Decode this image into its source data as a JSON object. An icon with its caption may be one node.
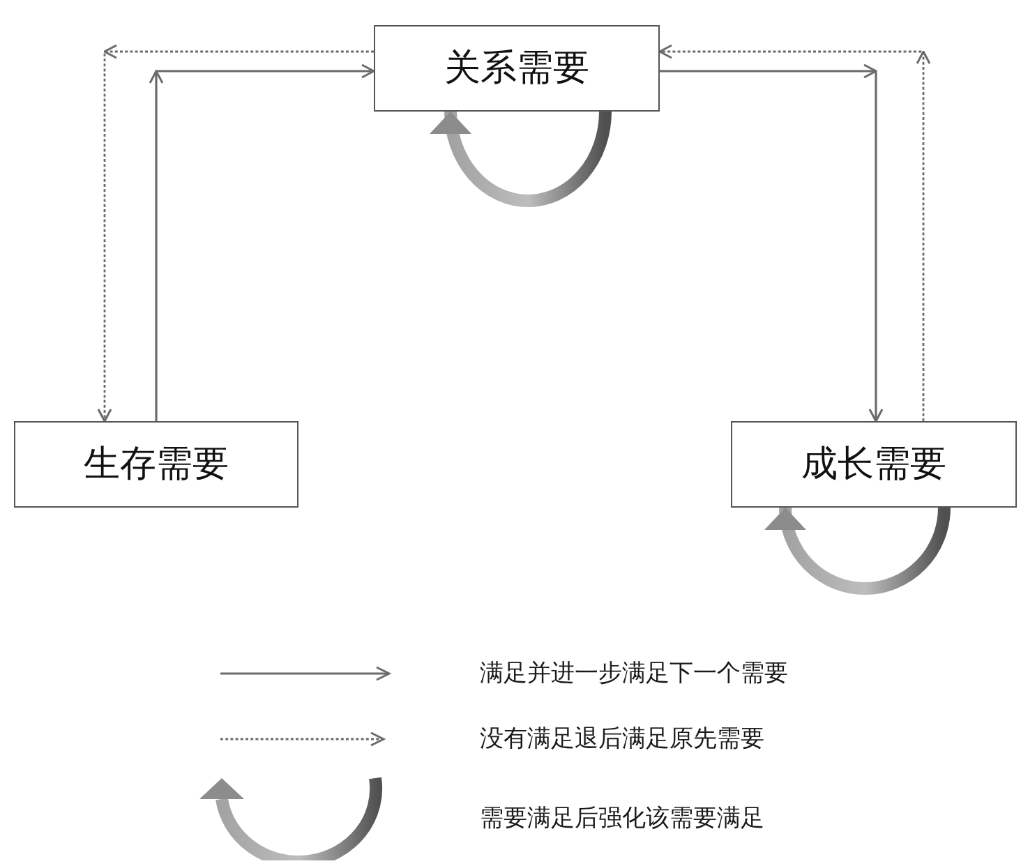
{
  "diagram": {
    "nodes": [
      {
        "text": [
          "关系需要"
        ]
      },
      {
        "text": [
          "生存需要"
        ]
      },
      {
        "text": [
          "成长需要"
        ]
      }
    ],
    "edges": [
      {
        "from": 1,
        "to": 0,
        "arrow": "to"
      },
      {
        "from": 0,
        "to": 1,
        "arrow": "to",
        "style": "dashed"
      },
      {
        "from": 0,
        "to": 2,
        "arrow": "to"
      },
      {
        "from": 2,
        "to": 0,
        "arrow": "to",
        "style": "dashed"
      },
      {
        "from": 0,
        "to": 0,
        "arrow": "to",
        "style": "thick"
      },
      {
        "from": 2,
        "to": 2,
        "arrow": "to",
        "style": "thick"
      }
    ],
    "legend": [
      {
        "text": "满足并进一步满足下一个需要"
      },
      {
        "text": "没有满足退后满足原先需要"
      },
      {
        "text": "需要满足后强化该需要满足"
      }
    ]
  }
}
